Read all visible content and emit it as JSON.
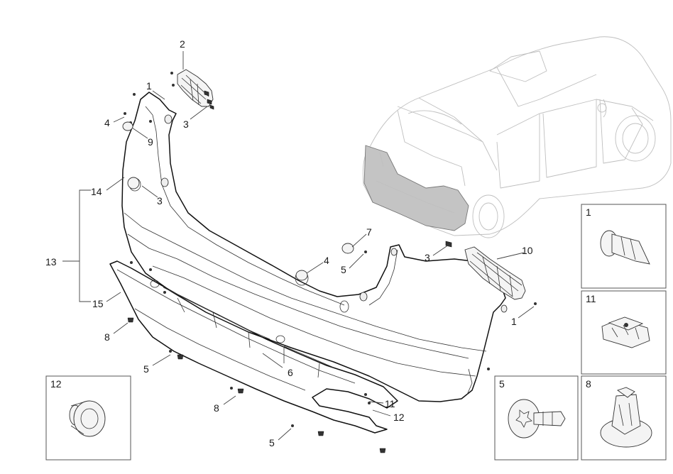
{
  "callouts": {
    "c1_top": "1",
    "c2": "2",
    "c3_top": "3",
    "c4_left": "4",
    "c9": "9",
    "c14": "14",
    "c3_mid": "3",
    "c13": "13",
    "c15": "15",
    "c8_left": "8",
    "c5_left": "5",
    "c6": "6",
    "c8_bottom": "8",
    "c5_bottom": "5",
    "c11": "11",
    "c12": "12",
    "c7": "7",
    "c4_right": "4",
    "c5_right": "5",
    "c3_right": "3",
    "c10": "10",
    "c1_right": "1"
  },
  "insets": {
    "i1": "1",
    "i11": "11",
    "i12": "12",
    "i5": "5",
    "i8": "8"
  },
  "colors": {
    "line": "#111111",
    "ghost_car": "#bfbfbf",
    "highlight": "#bdbdbd"
  }
}
